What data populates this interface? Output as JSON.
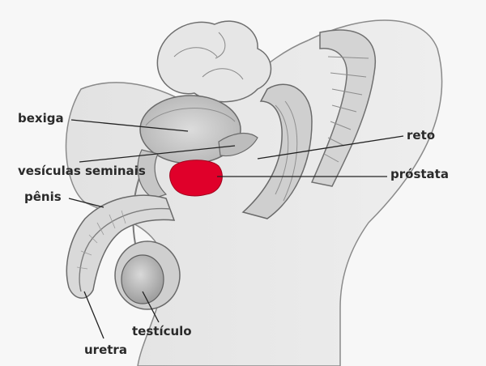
{
  "diagram": {
    "labels": {
      "bladder": "bexiga",
      "seminal_vesicles": "vesículas seminais",
      "penis": "pênis",
      "urethra": "uretra",
      "testicle": "testículo",
      "rectum": "reto",
      "prostate": "próstata"
    },
    "colors": {
      "background": "#f7f7f7",
      "tissue_light": "#e9e9e9",
      "tissue_mid": "#d2d2d2",
      "tissue_dark": "#9a9a9a",
      "outline": "#6e6e6e",
      "prostate_highlight": "#e0002a",
      "label_text": "#2a2a2a"
    }
  }
}
